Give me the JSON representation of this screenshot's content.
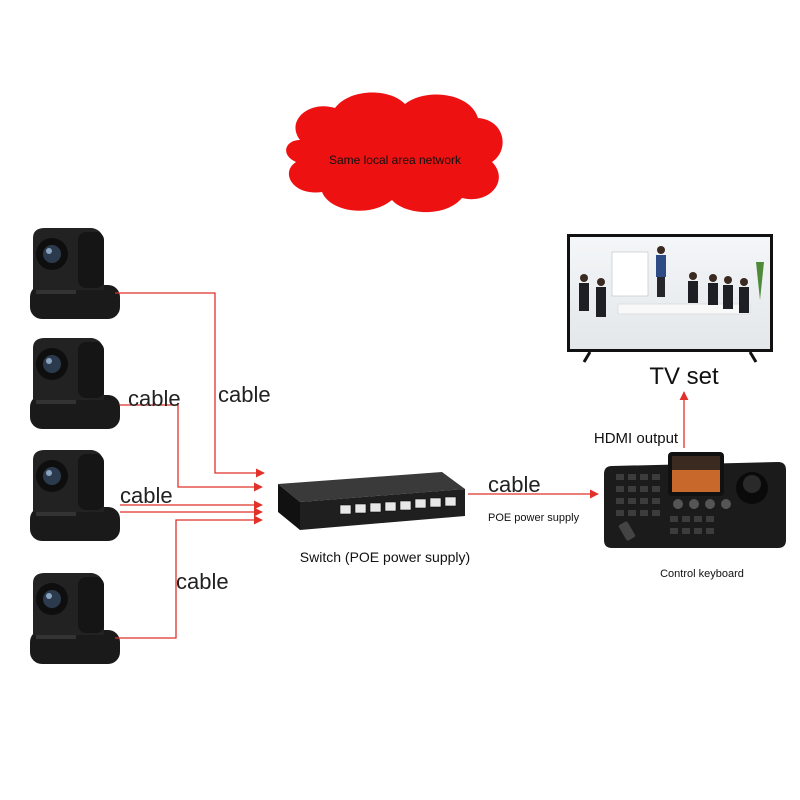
{
  "colors": {
    "line": "#e1312b",
    "cloud": "#ee1111",
    "device": "#1a1a1a",
    "text": "#111111"
  },
  "cloud_label": "Same local area network",
  "cable_labels": [
    "cable",
    "cable",
    "cable",
    "cable",
    "cable"
  ],
  "switch_label": "Switch (POE power supply)",
  "poe_label": "POE power supply",
  "keyboard_label": "Control keyboard",
  "hdmi_label": "HDMI output",
  "tv_label": "TV set",
  "icons": {
    "camera": "ptz-camera-icon",
    "switch": "network-switch-icon",
    "keyboard": "control-keyboard-icon",
    "tv": "tv-icon",
    "cloud": "cloud-shape"
  }
}
